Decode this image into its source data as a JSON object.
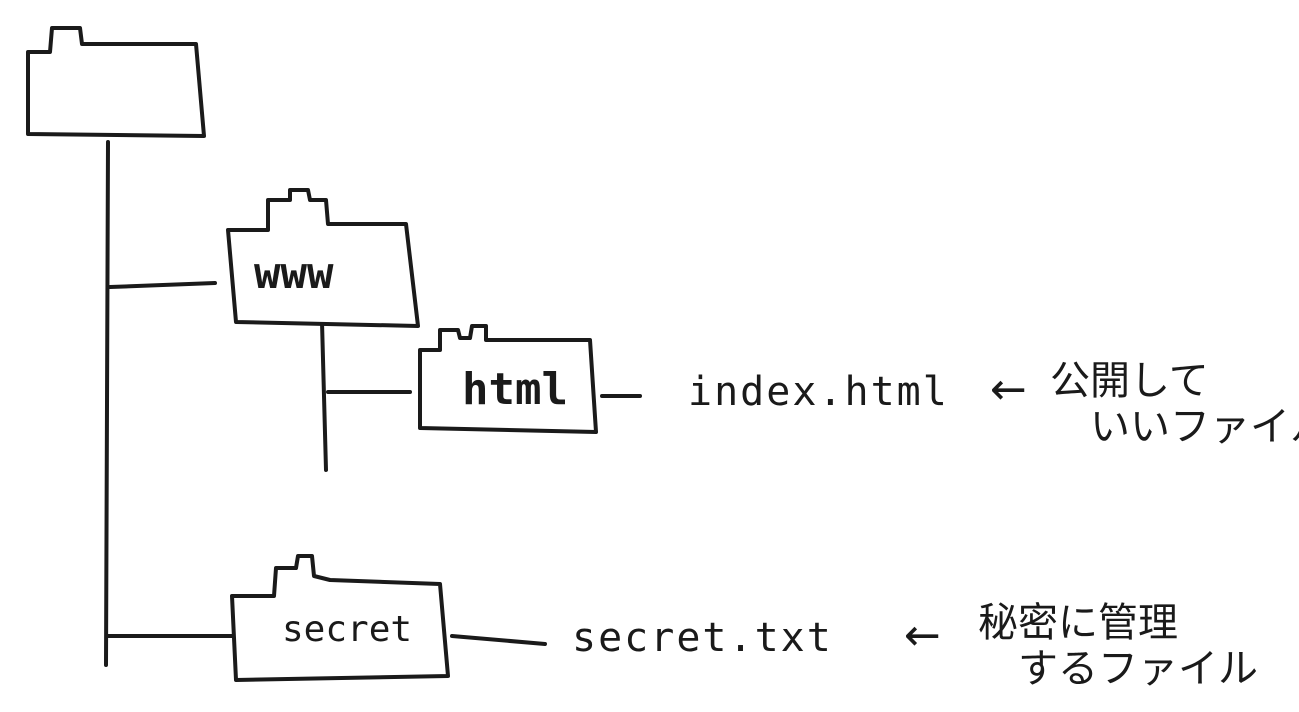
{
  "tree": {
    "root": {
      "label": ""
    },
    "www": {
      "label": "www"
    },
    "html": {
      "label": "html"
    },
    "secret": {
      "label": "secret"
    }
  },
  "files": {
    "index": {
      "name": "index.html"
    },
    "secret": {
      "name": "secret.txt"
    }
  },
  "notes": {
    "public": {
      "line1": "公開して",
      "line2": "いいファイル"
    },
    "private": {
      "line1": "秘密に管理",
      "line2": "するファイル"
    }
  },
  "colors": {
    "ink": "#1a1a1a",
    "paper": "#ffffff"
  },
  "icons": {
    "arrow": "left-arrow-icon",
    "folder": "folder-icon"
  }
}
